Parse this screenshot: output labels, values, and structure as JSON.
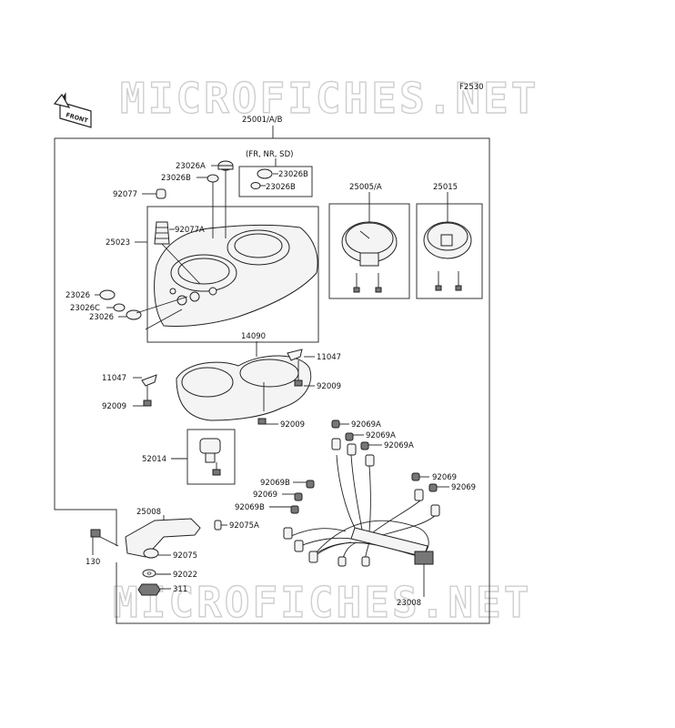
{
  "diagram": {
    "code": "F2530",
    "front_tag": "FRONT",
    "watermark": "MICROFICHES.NET",
    "variant_note": "(FR, NR, SD)",
    "parts": [
      {
        "id": "p-25001",
        "label": "25001/A/B"
      },
      {
        "id": "p-23026A",
        "label": "23026A"
      },
      {
        "id": "p-23026B-a",
        "label": "23026B"
      },
      {
        "id": "p-23026B-b",
        "label": "23026B"
      },
      {
        "id": "p-23026B-c",
        "label": "23026B"
      },
      {
        "id": "p-92077",
        "label": "92077"
      },
      {
        "id": "p-92077A",
        "label": "92077A"
      },
      {
        "id": "p-25023",
        "label": "25023"
      },
      {
        "id": "p-23026-a",
        "label": "23026"
      },
      {
        "id": "p-23026C",
        "label": "23026C"
      },
      {
        "id": "p-23026-b",
        "label": "23026"
      },
      {
        "id": "p-25005",
        "label": "25005/A"
      },
      {
        "id": "p-25015",
        "label": "25015"
      },
      {
        "id": "p-14090",
        "label": "14090"
      },
      {
        "id": "p-11047-a",
        "label": "11047"
      },
      {
        "id": "p-11047-b",
        "label": "11047"
      },
      {
        "id": "p-92009-a",
        "label": "92009"
      },
      {
        "id": "p-92009-b",
        "label": "92009"
      },
      {
        "id": "p-92009-c",
        "label": "92009"
      },
      {
        "id": "p-92069A-a",
        "label": "92069A"
      },
      {
        "id": "p-92069A-b",
        "label": "92069A"
      },
      {
        "id": "p-92069A-c",
        "label": "92069A"
      },
      {
        "id": "p-52014",
        "label": "52014"
      },
      {
        "id": "p-92069B-a",
        "label": "92069B"
      },
      {
        "id": "p-92069-a",
        "label": "92069"
      },
      {
        "id": "p-92069B-b",
        "label": "92069B"
      },
      {
        "id": "p-92069-b",
        "label": "92069"
      },
      {
        "id": "p-92069-c",
        "label": "92069"
      },
      {
        "id": "p-25008",
        "label": "25008"
      },
      {
        "id": "p-92075A",
        "label": "92075A"
      },
      {
        "id": "p-130",
        "label": "130"
      },
      {
        "id": "p-92075",
        "label": "92075"
      },
      {
        "id": "p-92022",
        "label": "92022"
      },
      {
        "id": "p-311",
        "label": "311"
      },
      {
        "id": "p-23008",
        "label": "23008"
      }
    ]
  }
}
